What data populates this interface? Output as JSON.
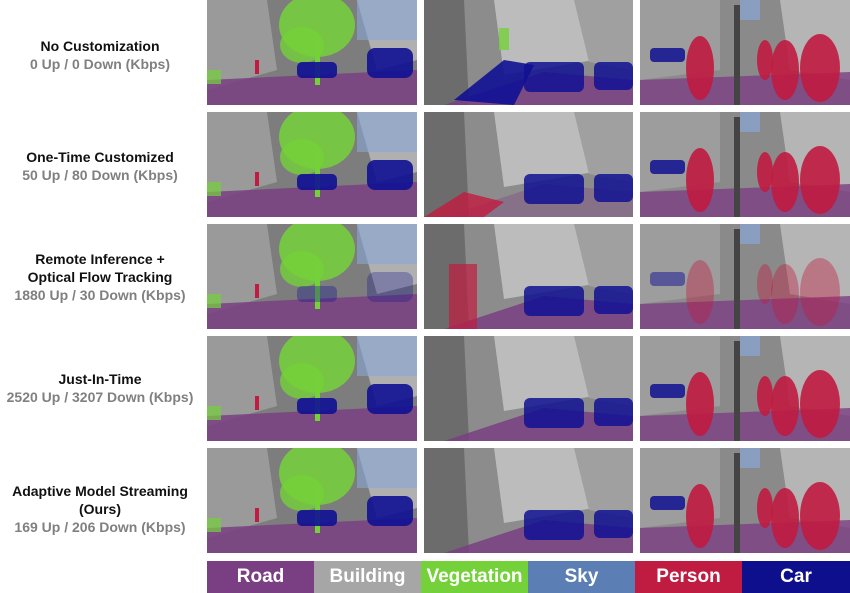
{
  "rows": [
    {
      "title": "No Customization",
      "rate": "0 Up / 0 Down (Kbps)"
    },
    {
      "title": "One-Time Customized",
      "rate": "50 Up / 80 Down (Kbps)"
    },
    {
      "title": "Remote Inference +",
      "title2": "Optical Flow Tracking",
      "rate": "1880 Up / 30 Down (Kbps)"
    },
    {
      "title": "Just-In-Time",
      "rate": "2520 Up / 3207 Down (Kbps)"
    },
    {
      "title": "Adaptive Model Streaming",
      "title2": "(Ours)",
      "rate": "169 Up / 206 Down (Kbps)"
    }
  ],
  "legend": [
    {
      "label": "Road",
      "color": "#7a3f82"
    },
    {
      "label": "Building",
      "color": "#a6a6a6"
    },
    {
      "label": "Vegetation",
      "color": "#74d13a"
    },
    {
      "label": "Sky",
      "color": "#5b7fb5"
    },
    {
      "label": "Person",
      "color": "#c01b40"
    },
    {
      "label": "Car",
      "color": "#0e0f8c"
    }
  ]
}
